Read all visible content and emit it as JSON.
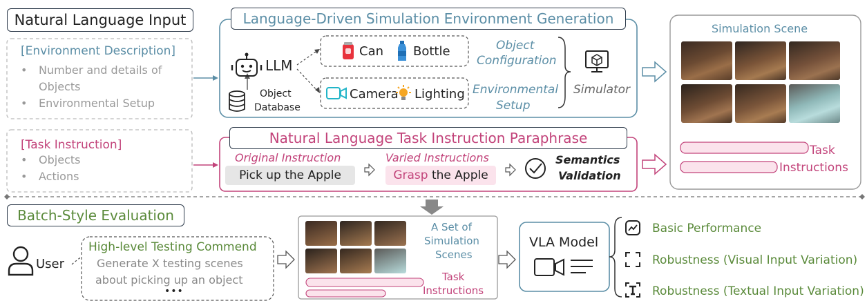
{
  "input_title": "Natural Language Input",
  "env_desc": {
    "header": "[Environment Description]",
    "bullets": [
      "Number and details of",
      "Objects",
      "Environmental Setup"
    ]
  },
  "task_instr": {
    "header": "[Task Instruction]",
    "bullets": [
      "Objects",
      "Actions"
    ]
  },
  "gen": {
    "title": "Language-Driven Simulation Environment Generation",
    "llm": "LLM",
    "db_line1": "Object",
    "db_line2": "Database",
    "can": "Can",
    "bottle": "Bottle",
    "camera": "Camera",
    "lighting": "Lighting",
    "obj_config_1": "Object",
    "obj_config_2": "Configuration",
    "env_setup_1": "Environmental",
    "env_setup_2": "Setup",
    "simulator": "Simulator"
  },
  "paraphrase": {
    "title": "Natural Language Task Instruction Paraphrase",
    "original_label": "Original Instruction",
    "original_text": "Pick up the Apple",
    "varied_label": "Varied Instructions",
    "varied_verb": "Grasp",
    "varied_rest": " the Apple",
    "semantics_1": "Semantics",
    "semantics_2": "Validation"
  },
  "sim_scene": {
    "title": "Simulation Scene",
    "task_1": "Task",
    "task_2": "Instructions"
  },
  "batch": {
    "title": "Batch-Style Evaluation",
    "user": "User",
    "cmd_title": "High-level Testing Commend",
    "cmd_line1": "Generate X testing scenes",
    "cmd_line2": "about picking up an object",
    "cmd_more": "•••",
    "set_1": "A Set of",
    "set_2": "Simulation",
    "set_3": "Scenes",
    "task_1": "Task",
    "task_2": "Instructions",
    "vla": "VLA Model",
    "metrics": [
      "Basic Performance",
      "Robustness (Visual Input Variation)",
      "Robustness (Textual Input Variation)"
    ]
  },
  "colors": {
    "blue": "#5b8ea6",
    "pink": "#c2437a",
    "green": "#5a8a3a",
    "gray": "#9aa0a6",
    "dark": "#2d3a4a"
  }
}
